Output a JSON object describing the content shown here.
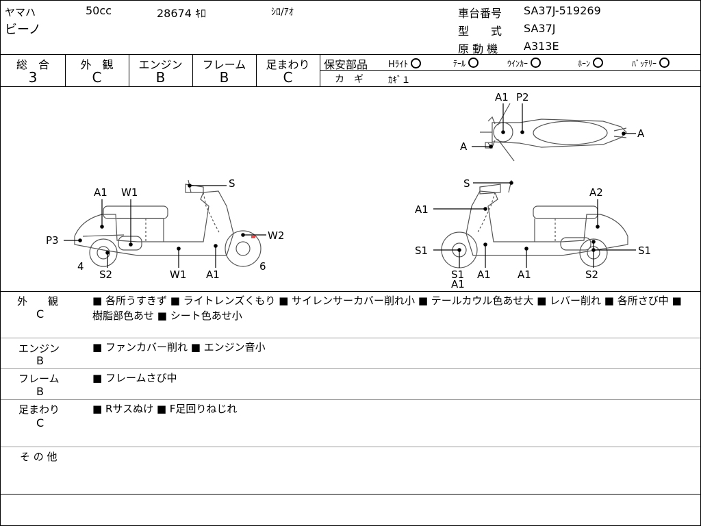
{
  "header": {
    "maker": "ヤマハ",
    "displacement": "50cc",
    "mileage": "28674 ｷﾛ",
    "color": "ｼﾛ/ｱｵ",
    "model_name": "ビーノ",
    "frame_no_label": "車台番号",
    "frame_no": "SA37J-519269",
    "type_label": "型　　式",
    "type_value": "SA37J",
    "engine_label": "原 動 機",
    "engine_value": "A313E"
  },
  "grades": {
    "overall": {
      "label": "総　合",
      "value": "3"
    },
    "exterior": {
      "label": "外　観",
      "value": "C"
    },
    "engine": {
      "label": "エンジン",
      "value": "B"
    },
    "frame": {
      "label": "フレーム",
      "value": "B"
    },
    "suspension": {
      "label": "足まわり",
      "value": "C"
    }
  },
  "safety": {
    "label": "保安部品",
    "items": [
      "Hﾗｲﾄ",
      "ﾃｰﾙ",
      "ｳｲﾝｶｰ",
      "ﾎｰﾝ",
      "ﾊﾞｯﾃﾘｰ"
    ],
    "key_label": "カ　ギ",
    "key_value": "ｶｷﾞ１"
  },
  "diagram_labels": {
    "top": {
      "a1": "A1",
      "p2": "P2",
      "a_right": "A",
      "a_left": "A"
    },
    "left": {
      "s": "S",
      "a1": "A1",
      "w1": "W1",
      "p3": "P3",
      "w2": "W2",
      "n4": "4",
      "n6": "6",
      "s2": "S2",
      "w1b": "W1",
      "a1b": "A1"
    },
    "right": {
      "s": "S",
      "a2": "A2",
      "a1": "A1",
      "s1": "S1",
      "s1b": "S1",
      "s1c": "S1",
      "a1b": "A1",
      "a1c": "A1",
      "a1d": "A1",
      "s2": "S2"
    }
  },
  "remarks": {
    "exterior": {
      "label": "外　　観",
      "grade": "C",
      "text": "■ 各所うすきず ■ ライトレンズくもり ■ サイレンサーカバー削れ小 ■ テールカウル色あせ大 ■ レバー削れ ■ 各所さび中 ■ 樹脂部色あせ ■ シート色あせ小"
    },
    "engine": {
      "label": "エンジン",
      "grade": "B",
      "text": "■ ファンカバー削れ ■ エンジン音小"
    },
    "frame": {
      "label": "フレーム",
      "grade": "B",
      "text": "■ フレームさび中"
    },
    "suspension": {
      "label": "足まわり",
      "grade": "C",
      "text": "■ Rサスぬけ ■ F足回りねじれ"
    },
    "other": {
      "label": "そ の 他"
    }
  }
}
